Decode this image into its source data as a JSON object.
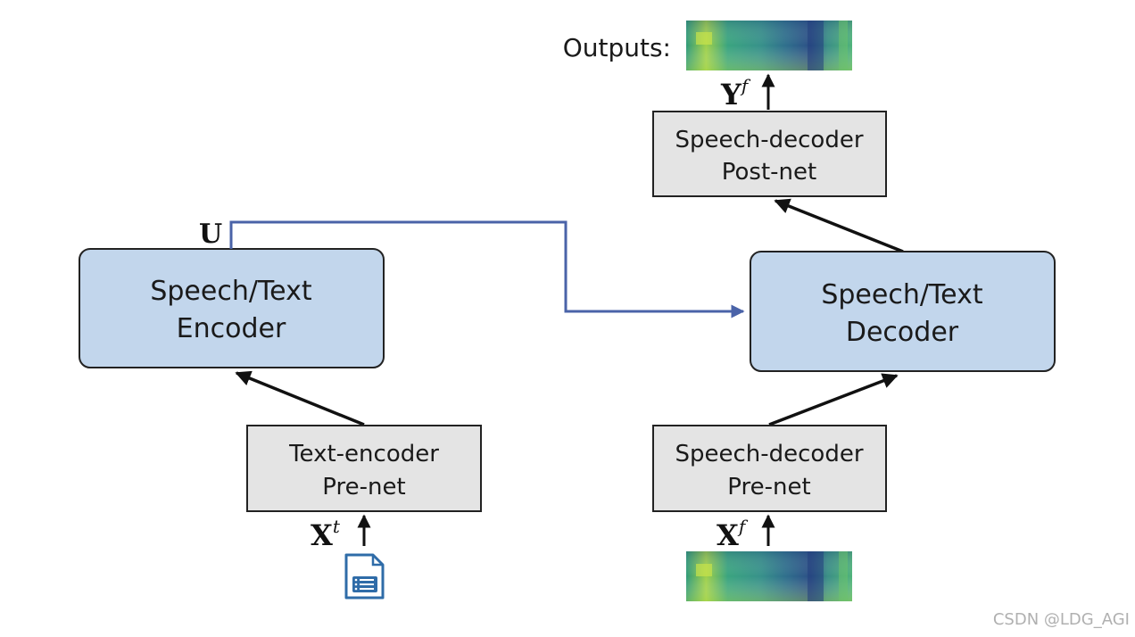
{
  "outputs_label": "Outputs:",
  "boxes": {
    "encoder": {
      "line1": "Speech/Text",
      "line2": "Encoder"
    },
    "decoder": {
      "line1": "Speech/Text",
      "line2": "Decoder"
    },
    "text_prenet": {
      "line1": "Text-encoder",
      "line2": "Pre-net"
    },
    "speech_prenet": {
      "line1": "Speech-decoder",
      "line2": "Pre-net"
    },
    "speech_postnet": {
      "line1": "Speech-decoder",
      "line2": "Post-net"
    }
  },
  "symbols": {
    "U": "U",
    "Xt_base": "X",
    "Xt_sup": "t",
    "Xf_base": "X",
    "Xf_sup": "f",
    "Yf_base": "Y",
    "Yf_sup": "f"
  },
  "icons": {
    "input_text": "document-icon",
    "input_spectrogram": "spectrogram-image",
    "output_spectrogram": "spectrogram-image"
  },
  "colors": {
    "encoder_fill": "#c2d6ec",
    "prenet_fill": "#e4e4e4",
    "cross_attention_line": "#4a63a8",
    "document_icon": "#2f6ca8"
  },
  "watermark": "CSDN @LDG_AGI"
}
